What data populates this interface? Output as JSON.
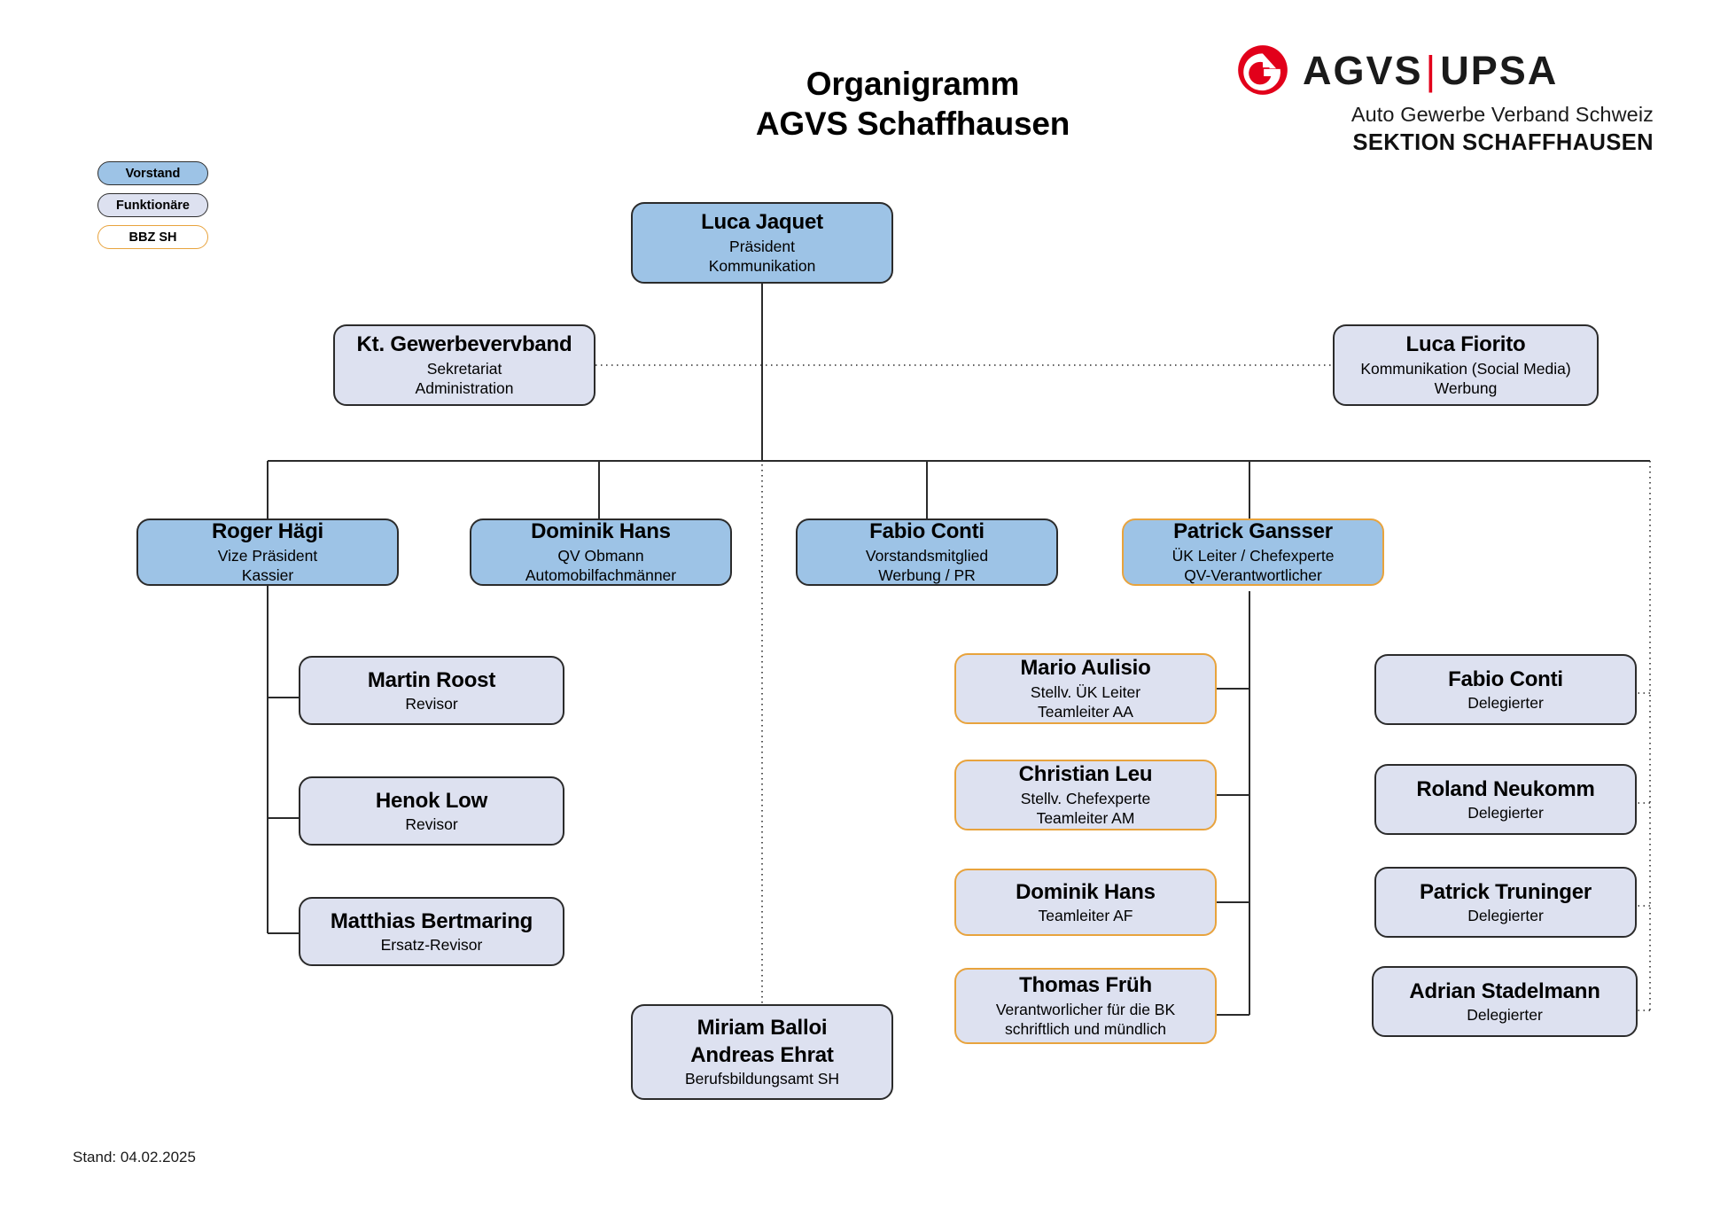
{
  "document": {
    "title_line1": "Organigramm",
    "title_line2": "AGVS Schaffhausen",
    "footer_status": "Stand: 04.02.2025"
  },
  "logo": {
    "mark_name": "agvs-roundel-icon",
    "wordmark_left": "AGVS",
    "wordmark_divider": "|",
    "wordmark_right": "UPSA",
    "subtitle": "Auto Gewerbe Verband Schweiz",
    "section": "SEKTION SCHAFFHAUSEN",
    "brand_red": "#e2001a",
    "brand_dark": "#1a1a1a"
  },
  "legend": {
    "items": [
      {
        "label": "Vorstand",
        "type": "vorstand",
        "fill": "#9dc3e6",
        "border": "#2f2f2f"
      },
      {
        "label": "Funktionäre",
        "type": "funktion",
        "fill": "#dde1f0",
        "border": "#2f2f2f"
      },
      {
        "label": "BBZ SH",
        "type": "bbz",
        "fill": "#ffffff",
        "border": "#e8a33d"
      }
    ]
  },
  "chart_data": {
    "type": "diagram",
    "title": "Organigramm AGVS Schaffhausen",
    "orientation": "top-down org chart",
    "nodes": [
      {
        "id": "praesident",
        "name": "Luca Jaquet",
        "roles": [
          "Präsident",
          "Kommunikation"
        ],
        "category": "Vorstand"
      },
      {
        "id": "gewerbeverband",
        "name": "Kt. Gewerbevervband",
        "roles": [
          "Sekretariat",
          "Administration"
        ],
        "category": "Funktionäre"
      },
      {
        "id": "fiorito",
        "name": "Luca Fiorito",
        "roles": [
          "Kommunikation (Social Media)",
          "Werbung"
        ],
        "category": "Funktionäre"
      },
      {
        "id": "haegi",
        "name": "Roger Hägi",
        "roles": [
          "Vize Präsident",
          "Kassier"
        ],
        "category": "Vorstand"
      },
      {
        "id": "hans_qv",
        "name": "Dominik Hans",
        "roles": [
          "QV Obmann",
          "Automobilfachmänner"
        ],
        "category": "Vorstand"
      },
      {
        "id": "conti_vorstand",
        "name": "Fabio Conti",
        "roles": [
          "Vorstandsmitglied",
          "Werbung / PR"
        ],
        "category": "Vorstand"
      },
      {
        "id": "gansser",
        "name": "Patrick Gansser",
        "roles": [
          "ÜK Leiter / Chefexperte",
          "QV-Verantwortlicher"
        ],
        "category": "Vorstand + BBZ SH"
      },
      {
        "id": "roost",
        "name": "Martin Roost",
        "roles": [
          "Revisor"
        ],
        "category": "Funktionäre"
      },
      {
        "id": "low",
        "name": "Henok Low",
        "roles": [
          "Revisor"
        ],
        "category": "Funktionäre"
      },
      {
        "id": "bertmaring",
        "name": "Matthias Bertmaring",
        "roles": [
          "Ersatz-Revisor"
        ],
        "category": "Funktionäre"
      },
      {
        "id": "aulisio",
        "name": "Mario Aulisio",
        "roles": [
          "Stellv. ÜK Leiter",
          "Teamleiter AA"
        ],
        "category": "BBZ SH"
      },
      {
        "id": "leu",
        "name": "Christian Leu",
        "roles": [
          "Stellv. Chefexperte",
          "Teamleiter AM"
        ],
        "category": "BBZ SH"
      },
      {
        "id": "hans_af",
        "name": "Dominik Hans",
        "roles": [
          "Teamleiter AF"
        ],
        "category": "BBZ SH"
      },
      {
        "id": "frueh",
        "name": "Thomas Früh",
        "roles": [
          "Verantworlicher für die BK",
          "schriftlich und mündlich"
        ],
        "category": "BBZ SH"
      },
      {
        "id": "conti_deleg",
        "name": "Fabio Conti",
        "roles": [
          "Delegierter"
        ],
        "category": "Funktionäre"
      },
      {
        "id": "neukomm",
        "name": "Roland Neukomm",
        "roles": [
          "Delegierter"
        ],
        "category": "Funktionäre"
      },
      {
        "id": "truninger",
        "name": "Patrick Truninger",
        "roles": [
          "Delegierter"
        ],
        "category": "Funktionäre"
      },
      {
        "id": "stadelmann",
        "name": "Adrian Stadelmann",
        "roles": [
          "Delegierter"
        ],
        "category": "Funktionäre"
      },
      {
        "id": "berufsbildungsamt",
        "name": "Miriam Balloi",
        "name2": "Andreas Ehrat",
        "roles": [
          "Berufsbildungsamt SH"
        ],
        "category": "Funktionäre"
      }
    ],
    "edges": [
      {
        "from": "praesident",
        "to": "gewerbeverband",
        "style": "dotted"
      },
      {
        "from": "praesident",
        "to": "fiorito",
        "style": "dotted"
      },
      {
        "from": "praesident",
        "to": "haegi",
        "style": "solid"
      },
      {
        "from": "praesident",
        "to": "hans_qv",
        "style": "solid"
      },
      {
        "from": "praesident",
        "to": "conti_vorstand",
        "style": "solid"
      },
      {
        "from": "praesident",
        "to": "gansser",
        "style": "solid"
      },
      {
        "from": "praesident",
        "to": "berufsbildungsamt",
        "style": "dotted"
      },
      {
        "from": "praesident",
        "to": "conti_deleg",
        "style": "dotted"
      },
      {
        "from": "praesident",
        "to": "neukomm",
        "style": "dotted"
      },
      {
        "from": "praesident",
        "to": "truninger",
        "style": "dotted"
      },
      {
        "from": "praesident",
        "to": "stadelmann",
        "style": "dotted"
      },
      {
        "from": "haegi",
        "to": "roost",
        "style": "solid"
      },
      {
        "from": "haegi",
        "to": "low",
        "style": "solid"
      },
      {
        "from": "haegi",
        "to": "bertmaring",
        "style": "solid"
      },
      {
        "from": "gansser",
        "to": "aulisio",
        "style": "solid"
      },
      {
        "from": "gansser",
        "to": "leu",
        "style": "solid"
      },
      {
        "from": "gansser",
        "to": "hans_af",
        "style": "solid"
      },
      {
        "from": "gansser",
        "to": "frueh",
        "style": "solid"
      }
    ]
  }
}
